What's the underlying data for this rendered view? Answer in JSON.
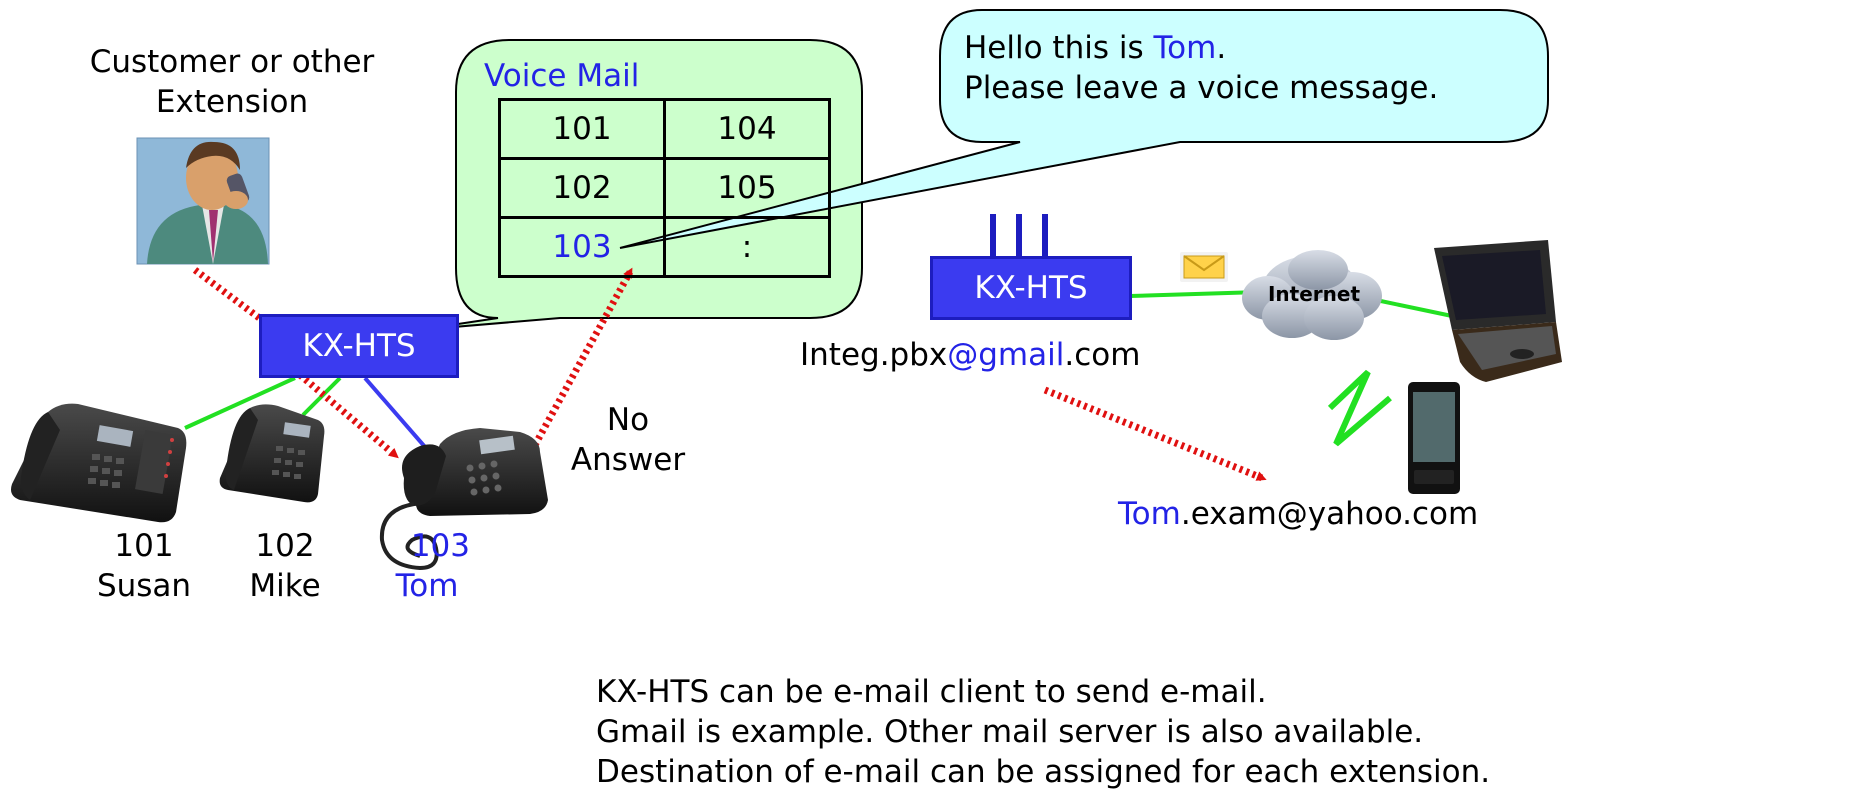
{
  "caller": {
    "label_line1": "Customer or other",
    "label_line2": "Extension"
  },
  "voicemail": {
    "title": "Voice Mail",
    "table": [
      [
        "101",
        "104"
      ],
      [
        "102",
        "105"
      ],
      [
        "103",
        ":"
      ]
    ]
  },
  "greeting": {
    "line1_pre": "Hello this is ",
    "line1_name": "Tom",
    "line1_post": ".",
    "line2": "Please leave a voice message."
  },
  "pbx_left": {
    "label": "KX-HTS"
  },
  "pbx_right": {
    "label": "KX-HTS"
  },
  "internet": {
    "label": "Internet"
  },
  "sender_email": {
    "pre": "Integ.pbx",
    "mid": "@gmail",
    "post": ".com"
  },
  "dest_email": {
    "name": "Tom",
    "rest": ".exam@yahoo.com"
  },
  "no_answer": {
    "line1": "No",
    "line2": "Answer"
  },
  "extensions": [
    {
      "number": "101",
      "name": "Susan"
    },
    {
      "number": "102",
      "name": "Mike"
    },
    {
      "number": "103",
      "name": "Tom"
    }
  ],
  "notes": [
    "KX-HTS can be e-mail client to send e-mail.",
    "Gmail is example. Other mail server is also available.",
    "Destination of e-mail can be assigned for each extension."
  ],
  "colors": {
    "pbx_blue": "#3b3bf0",
    "highlight_blue": "#2323e6",
    "link_green": "#22e022",
    "arrow_red": "#e01010",
    "bubble_green": "#ccffcc",
    "bubble_cyan": "#ccffff"
  }
}
